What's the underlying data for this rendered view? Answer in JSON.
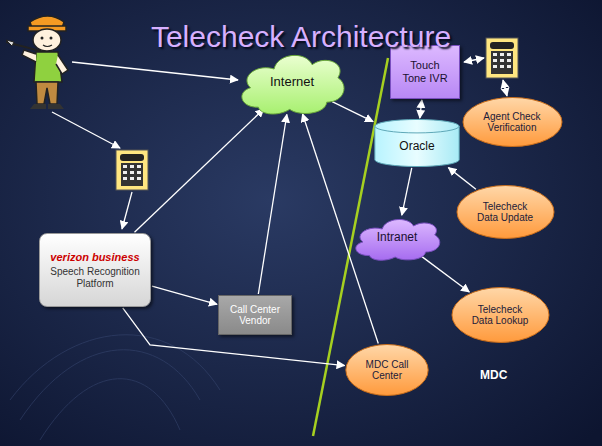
{
  "diagram": {
    "title": "Telecheck Architecture",
    "nodes": [
      {
        "text": [
          "Internet"
        ]
      },
      {
        "text": [
          "Touch Tone IVR"
        ]
      },
      {
        "text": [
          "Oracle"
        ]
      },
      {
        "text": [
          "Agent Check Verification"
        ]
      },
      {
        "text": [
          "Telecheck Data Update"
        ]
      },
      {
        "text": [
          "Intranet"
        ]
      },
      {
        "text": [
          "verizon business",
          "Speech Recognition Platform"
        ]
      },
      {
        "text": [
          "Telecheck Data Lookup"
        ]
      },
      {
        "text": [
          "Call Center Vendor"
        ]
      },
      {
        "text": [
          "MDC Call Center"
        ]
      }
    ],
    "edges": [
      {
        "from": 6,
        "to": 0,
        "arrow": "to"
      },
      {
        "from": 6,
        "to": 8,
        "arrow": "to"
      },
      {
        "from": 6,
        "to": 9,
        "arrow": "to"
      },
      {
        "from": 8,
        "to": 0,
        "arrow": "to"
      },
      {
        "from": 9,
        "to": 0,
        "arrow": "to"
      },
      {
        "from": 0,
        "to": 2,
        "arrow": "to"
      },
      {
        "from": 1,
        "to": 2,
        "arrow": "both"
      },
      {
        "from": 4,
        "to": 2,
        "arrow": "to"
      },
      {
        "from": 2,
        "to": 5,
        "arrow": "to"
      },
      {
        "from": 5,
        "to": 7,
        "arrow": "to"
      }
    ],
    "labels": [
      "MDC"
    ]
  }
}
